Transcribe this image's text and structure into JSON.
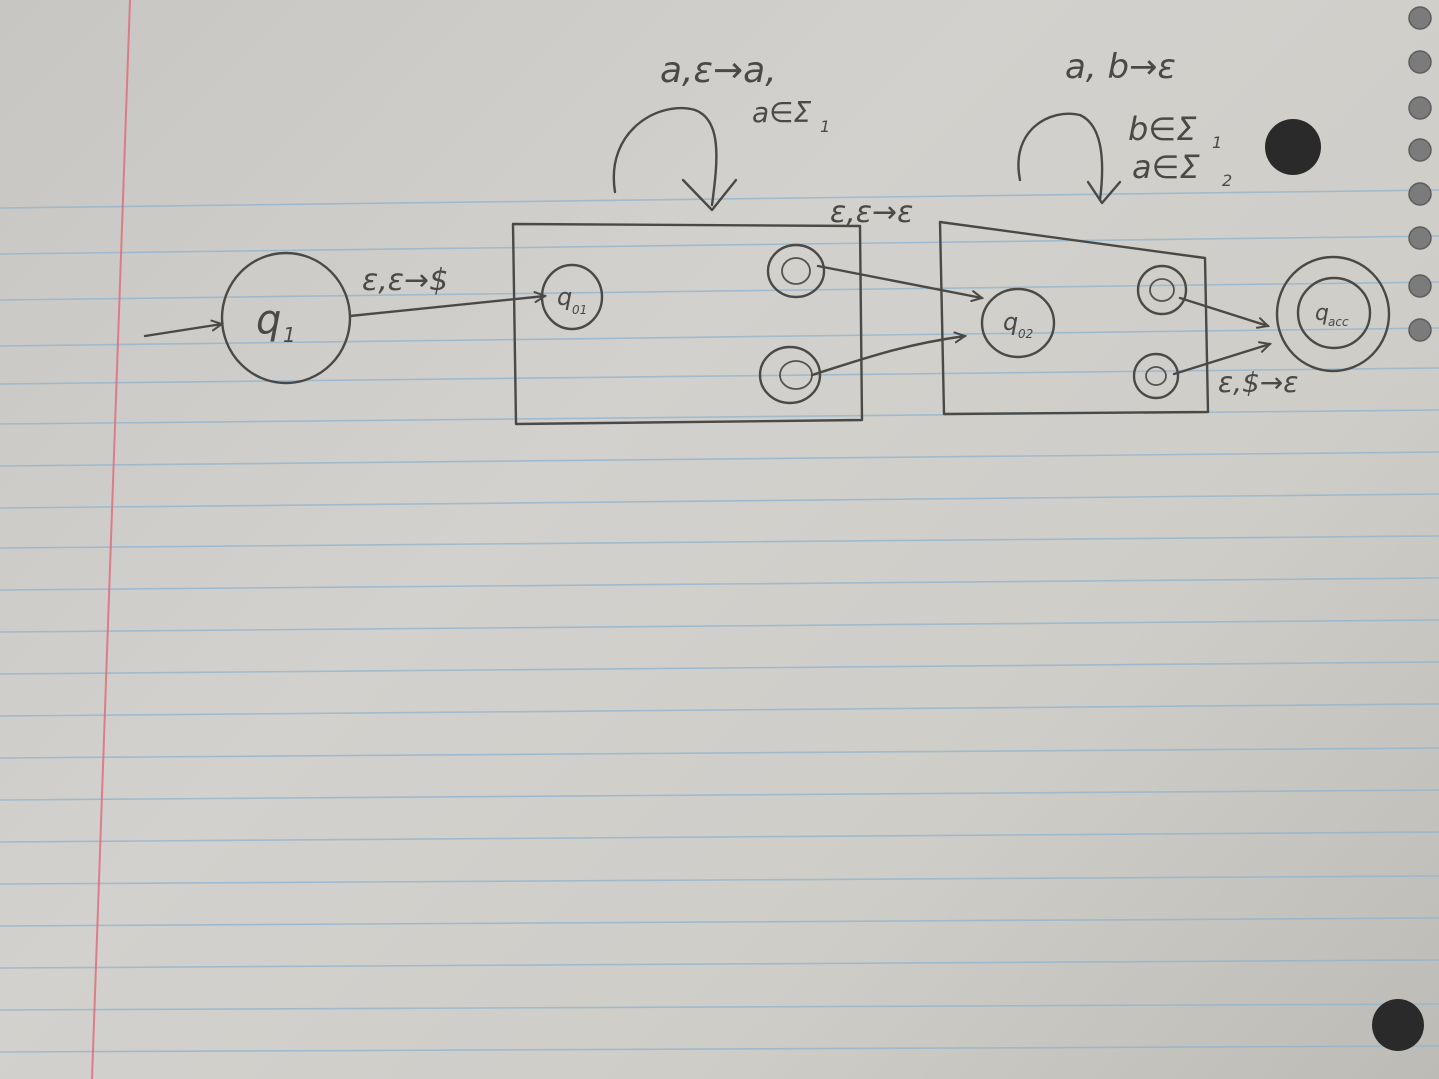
{
  "diagram": {
    "states": {
      "q1": "q",
      "q1_sub": "1",
      "q01": "q",
      "q01_sub": "01",
      "q02": "q",
      "q02_sub": "02",
      "qacc": "q",
      "qacc_sub": "acc"
    },
    "transitions": {
      "start_push": "ε,ε→$",
      "loop1_line1": "a,ε→a,",
      "loop1_line2": "a∈Σ",
      "loop1_line2_sub": "1",
      "between_boxes": "ε,ε→ε",
      "loop2_line1": "a, b→ε",
      "loop2_line2": "b∈Σ",
      "loop2_line2_sub": "1",
      "loop2_line3": "a∈Σ",
      "loop2_line3_sub": "2",
      "pop_accept": "ε,$→ε"
    }
  }
}
